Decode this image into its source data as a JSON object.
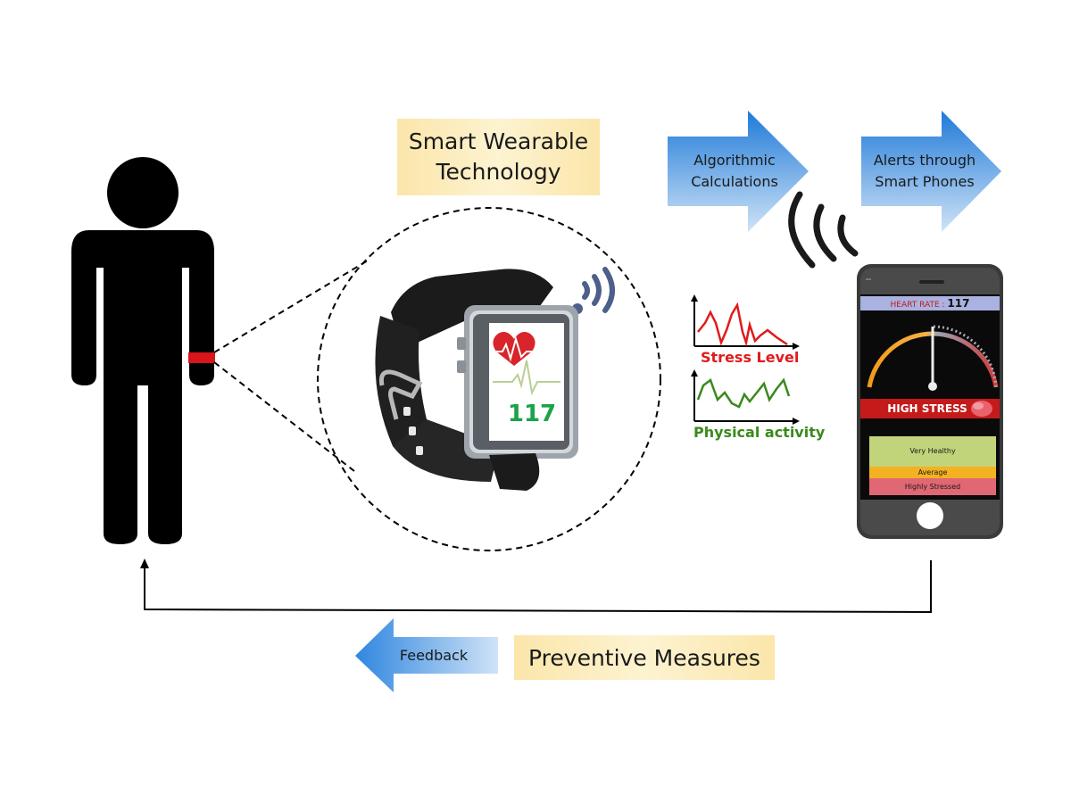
{
  "labels": {
    "smart_wearable": "Smart Wearable Technology",
    "smart_wearable_line1": "Smart Wearable",
    "smart_wearable_line2": "Technology",
    "preventive": "Preventive Measures"
  },
  "arrows": {
    "algorithmic_line1": "Algorithmic",
    "algorithmic_line2": "Calculations",
    "alerts_line1": "Alerts through",
    "alerts_line2": "Smart Phones",
    "feedback": "Feedback"
  },
  "watch": {
    "reading": "117"
  },
  "charts": {
    "stress_label": "Stress Level",
    "activity_label": "Physical activity"
  },
  "phone": {
    "heart_rate_label": "HEART RATE :",
    "heart_rate_value": "117",
    "status": "HIGH STRESS",
    "levels": [
      "Very Healthy",
      "Average",
      "Highly Stressed"
    ]
  },
  "colors": {
    "arrow_blue": "#3b8fe0",
    "label_bg": "#fbe6aa",
    "stress": "#e01b1b",
    "activity": "#3a8a1c",
    "watch_green": "#1aa34a",
    "band_red": "#d9141b"
  }
}
